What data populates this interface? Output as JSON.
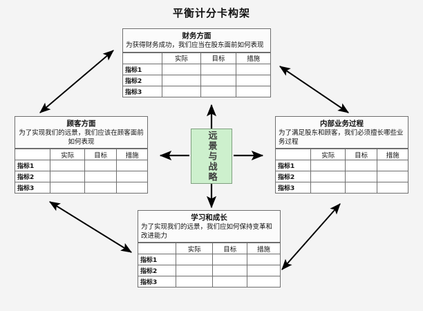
{
  "title": "平衡计分卡构架",
  "background_color": "#f4f4f4",
  "center": {
    "label": "远景与战略",
    "fill_color": "#cdf0cd",
    "border_color": "#7f9f7f"
  },
  "table": {
    "headers": [
      "",
      "实际",
      "目标",
      "措施"
    ],
    "rows": [
      "指标1",
      "指标2",
      "指标3"
    ]
  },
  "perspectives": {
    "financial": {
      "title": "财务方面",
      "description": "为获得财务成功，我们应当在股东面前如何表现"
    },
    "customer": {
      "title": "顾客方面",
      "description": "为了实现我们的远景，我们应该在顾客面前如何表现"
    },
    "internal": {
      "title": "内部业务过程",
      "description": "为了满足股东和顾客，我们必须擅长哪些业务过程"
    },
    "learning": {
      "title": "学习和成长",
      "description": "为了实现我们的远景，我们应如何保持变革和改进能力"
    }
  }
}
